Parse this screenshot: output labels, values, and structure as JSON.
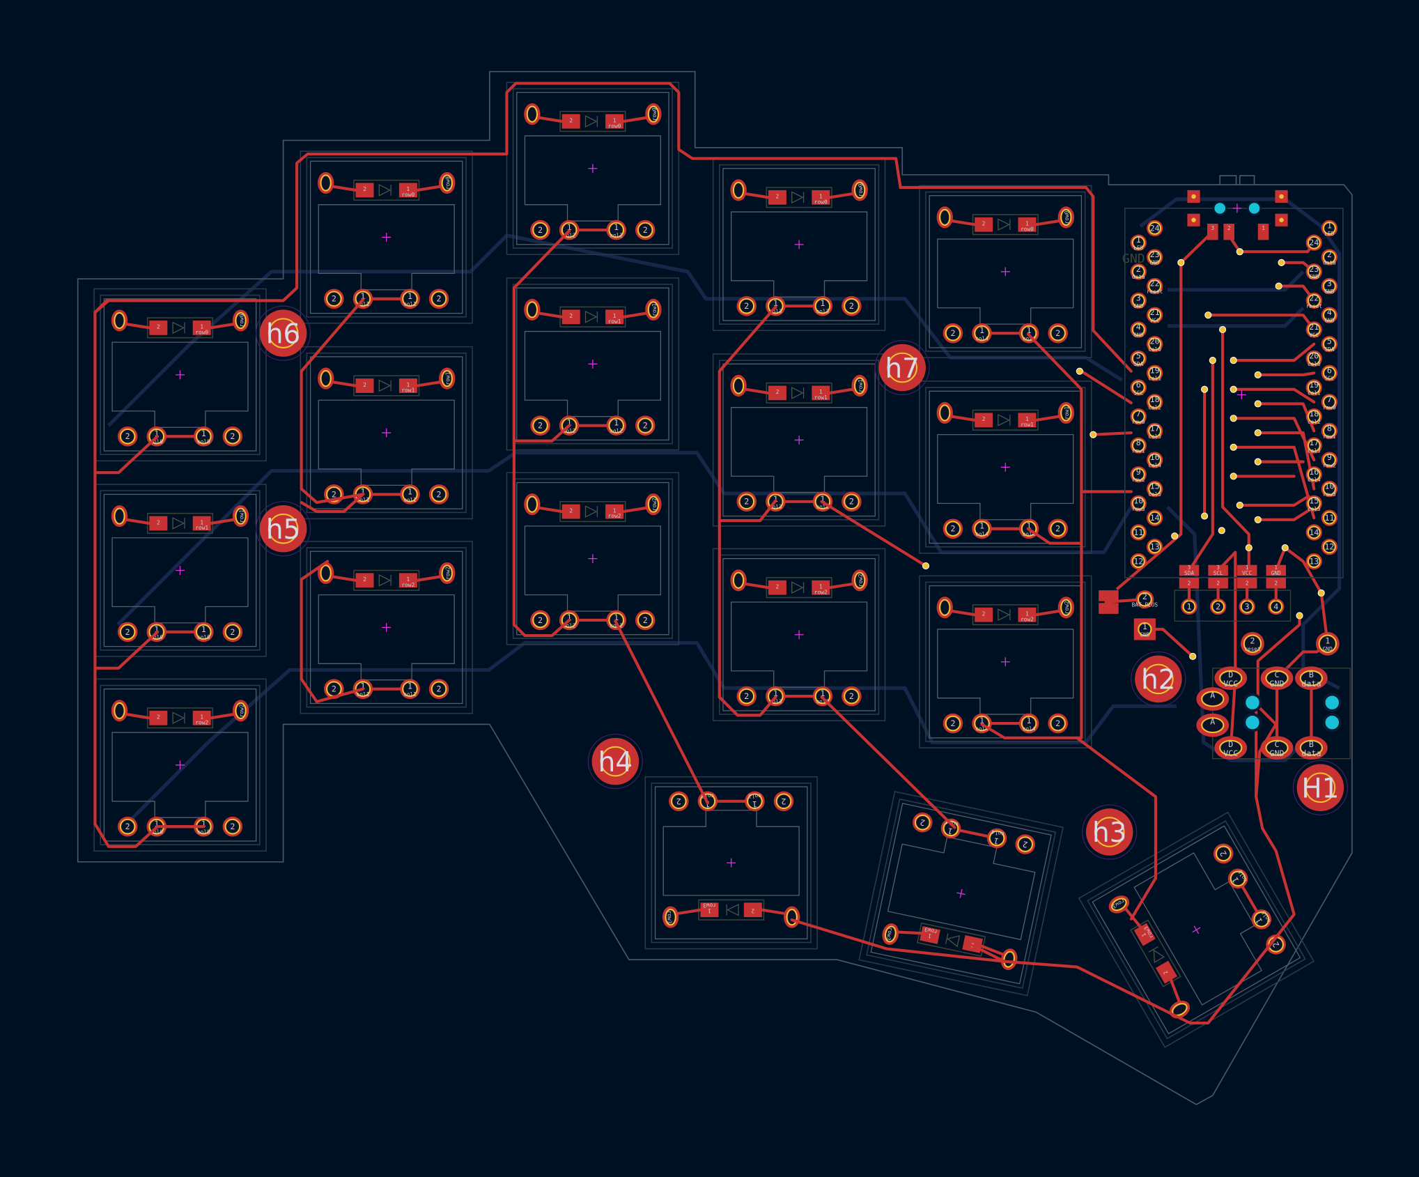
{
  "colors": {
    "background": "#001023",
    "copper_front": "#c83232",
    "copper_back": "#15284a",
    "pad_ring": "#f0c030",
    "npth": "#18c0d8",
    "edge": "#4a5566",
    "anchor": "#e030e0"
  },
  "switches": [
    {
      "id": "sw-col0-row0",
      "col": "col0",
      "row": "row0"
    },
    {
      "id": "sw-col0-row1",
      "col": "col0",
      "row": "row1"
    },
    {
      "id": "sw-col0-row2",
      "col": "col0",
      "row": "row2"
    },
    {
      "id": "sw-col1-row0",
      "col": "col1",
      "row": "row0"
    },
    {
      "id": "sw-col1-row1",
      "col": "col1",
      "row": "row1"
    },
    {
      "id": "sw-col1-row2",
      "col": "col1",
      "row": "row2"
    },
    {
      "id": "sw-col2-row0",
      "col": "col2",
      "row": "row0"
    },
    {
      "id": "sw-col2-row1",
      "col": "col2",
      "row": "row1"
    },
    {
      "id": "sw-col2-row2",
      "col": "col2",
      "row": "row2"
    },
    {
      "id": "sw-col3-row0",
      "col": "col3",
      "row": "row0"
    },
    {
      "id": "sw-col3-row1",
      "col": "col3",
      "row": "row1"
    },
    {
      "id": "sw-col3-row2",
      "col": "col3",
      "row": "row2"
    },
    {
      "id": "sw-col4-row0",
      "col": "col4",
      "row": "row0"
    },
    {
      "id": "sw-col4-row1",
      "col": "col4",
      "row": "row1"
    },
    {
      "id": "sw-col4-row2",
      "col": "col4",
      "row": "row2"
    },
    {
      "id": "sw-col5-row0",
      "col": "col5",
      "row": "row0"
    },
    {
      "id": "sw-col5-row1",
      "col": "col5",
      "row": "row1"
    },
    {
      "id": "sw-col5-row2",
      "col": "col5",
      "row": "row2"
    },
    {
      "id": "thumb-col3",
      "col": "col3",
      "row": "row3"
    },
    {
      "id": "thumb-col4",
      "col": "col4",
      "row": "row3"
    },
    {
      "id": "thumb-col5",
      "col": "col5",
      "row": "row3"
    }
  ],
  "pad_numbers": {
    "pin1": "1",
    "pin2": "2"
  },
  "holes": [
    "h6",
    "h5",
    "h7",
    "h4",
    "h3",
    "h2",
    "H1"
  ],
  "mcu": {
    "left_pins": [
      {
        "num": "24",
        "label": ""
      },
      {
        "num": "1",
        "label": "LED"
      },
      {
        "num": "23",
        "label": "GND"
      },
      {
        "num": "2",
        "label": "data"
      },
      {
        "num": "22",
        "label": "reset"
      },
      {
        "num": "3",
        "label": "GND"
      },
      {
        "num": "21",
        "label": "VCC"
      },
      {
        "num": "4",
        "label": "GND"
      },
      {
        "num": "20",
        "label": "col0"
      },
      {
        "num": "5",
        "label": "SDA"
      },
      {
        "num": "19",
        "label": "col1"
      },
      {
        "num": "6",
        "label": "SCL"
      },
      {
        "num": "18",
        "label": "col2"
      },
      {
        "num": "7",
        "label": "row0"
      },
      {
        "num": "17",
        "label": "col3"
      },
      {
        "num": "8",
        "label": "row1"
      },
      {
        "num": "16",
        "label": "col4"
      },
      {
        "num": "9",
        "label": "row2"
      },
      {
        "num": "15",
        "label": "col5"
      },
      {
        "num": "10",
        "label": "row3"
      },
      {
        "num": "14",
        "label": ""
      },
      {
        "num": "11",
        "label": ""
      },
      {
        "num": "13",
        "label": ""
      },
      {
        "num": "12",
        "label": ""
      }
    ],
    "right_pins": [
      {
        "num": "1",
        "label": "LED"
      },
      {
        "num": "24",
        "label": ""
      },
      {
        "num": "2",
        "label": "data"
      },
      {
        "num": "23",
        "label": "GND"
      },
      {
        "num": "3",
        "label": "GND"
      },
      {
        "num": "22",
        "label": "reset"
      },
      {
        "num": "4",
        "label": "GND"
      },
      {
        "num": "21",
        "label": "VCC"
      },
      {
        "num": "5",
        "label": "SDA"
      },
      {
        "num": "20",
        "label": "col0"
      },
      {
        "num": "6",
        "label": "SCL"
      },
      {
        "num": "19",
        "label": "col1"
      },
      {
        "num": "7",
        "label": "row0"
      },
      {
        "num": "18",
        "label": "col2"
      },
      {
        "num": "8",
        "label": "row1"
      },
      {
        "num": "17",
        "label": "col3"
      },
      {
        "num": "9",
        "label": "row2"
      },
      {
        "num": "16",
        "label": "col4"
      },
      {
        "num": "10",
        "label": "row3"
      },
      {
        "num": "15",
        "label": "col5"
      },
      {
        "num": "11",
        "label": ""
      },
      {
        "num": "14",
        "label": ""
      },
      {
        "num": "12",
        "label": ""
      },
      {
        "num": "13",
        "label": ""
      }
    ],
    "silk_label": "GND"
  },
  "power_switch": {
    "smd_pads": [
      "3",
      "2",
      "1"
    ]
  },
  "i2c_header": {
    "pins": [
      "1",
      "2",
      "3",
      "4"
    ],
    "resistors": [
      {
        "num": "3",
        "net": "SDA"
      },
      {
        "num": "3",
        "net": "SCL"
      },
      {
        "num": "1",
        "net": "VCC"
      },
      {
        "num": "1",
        "net": "GND"
      }
    ]
  },
  "battery": [
    {
      "num": "2",
      "net": "BAT_PLUS"
    },
    {
      "num": "1",
      "net": "GND"
    }
  ],
  "reset_switch": [
    {
      "num": "2",
      "net": "reset"
    },
    {
      "num": "1",
      "net": "GND"
    }
  ],
  "trrs": [
    {
      "pin": "D",
      "net": "VCC"
    },
    {
      "pin": "C",
      "net": "GND"
    },
    {
      "pin": "B",
      "net": "data"
    },
    {
      "pin": "A",
      "net": ""
    },
    {
      "pin": "A",
      "net": ""
    },
    {
      "pin": "D",
      "net": "VCC"
    },
    {
      "pin": "C",
      "net": "GND"
    },
    {
      "pin": "B",
      "net": "data"
    }
  ]
}
